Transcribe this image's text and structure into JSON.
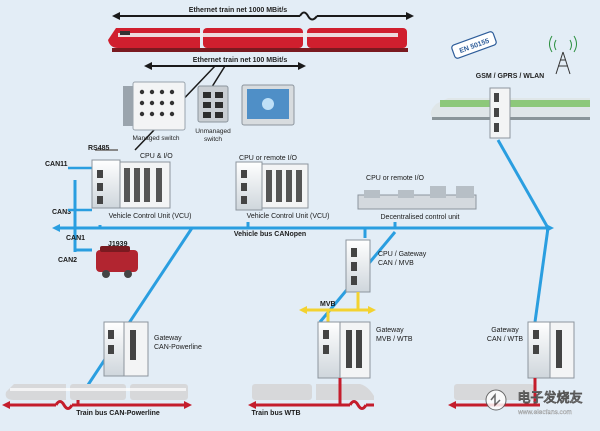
{
  "network": {
    "ethernet_1000": "Ethernet train net 1000 MBit/s",
    "ethernet_100": "Ethernet train net 100 MBit/s",
    "vehicle_bus": "Vehicle bus CANopen",
    "mvb": "MVB",
    "train_bus_can": "Train bus CAN-Powerline",
    "train_bus_wtb": "Train bus WTB"
  },
  "badge": {
    "standard": "EN 50155"
  },
  "wireless": {
    "label": "GSM / GPRS / WLAN"
  },
  "switches": {
    "managed": "Managed switch",
    "unmanaged_line1": "Unmanaged",
    "unmanaged_line2": "switch"
  },
  "ports": {
    "rs485": "RS485",
    "can11": "CAN11",
    "can3": "CAN3",
    "can1": "CAN1",
    "can2": "CAN2",
    "j1939": "J1939"
  },
  "modules": {
    "cpu_io": "CPU & I/O",
    "cpu_remote_1": "CPU or remote I/O",
    "cpu_remote_2": "CPU or remote I/O",
    "vcu_1": "Vehicle Control Unit (VCU)",
    "vcu_2": "Vehicle Control Unit (VCU)",
    "decentralised": "Decentralised control unit",
    "gateway_mvb_line1": "CPU / Gateway",
    "gateway_mvb_line2": "CAN / MVB",
    "gw_powerline_line1": "Gateway",
    "gw_powerline_line2": "CAN-Powerline",
    "gw_mvb_wtb_line1": "Gateway",
    "gw_mvb_wtb_line2": "MVB / WTB",
    "gw_can_wtb_line1": "Gateway",
    "gw_can_wtb_line2": "CAN / WTB"
  },
  "watermark": {
    "text": "电子发烧友",
    "url": "www.elecfans.com"
  },
  "colors": {
    "background": "#e3edf6",
    "can_line": "#2a9ee0",
    "red_line": "#c41d2c",
    "ethernet": "#1a1a1a",
    "mvb_yellow": "#f3d230",
    "train_red": "#d01f2e",
    "train_green": "#8dc87a",
    "train_grey": "#d7d8da"
  }
}
